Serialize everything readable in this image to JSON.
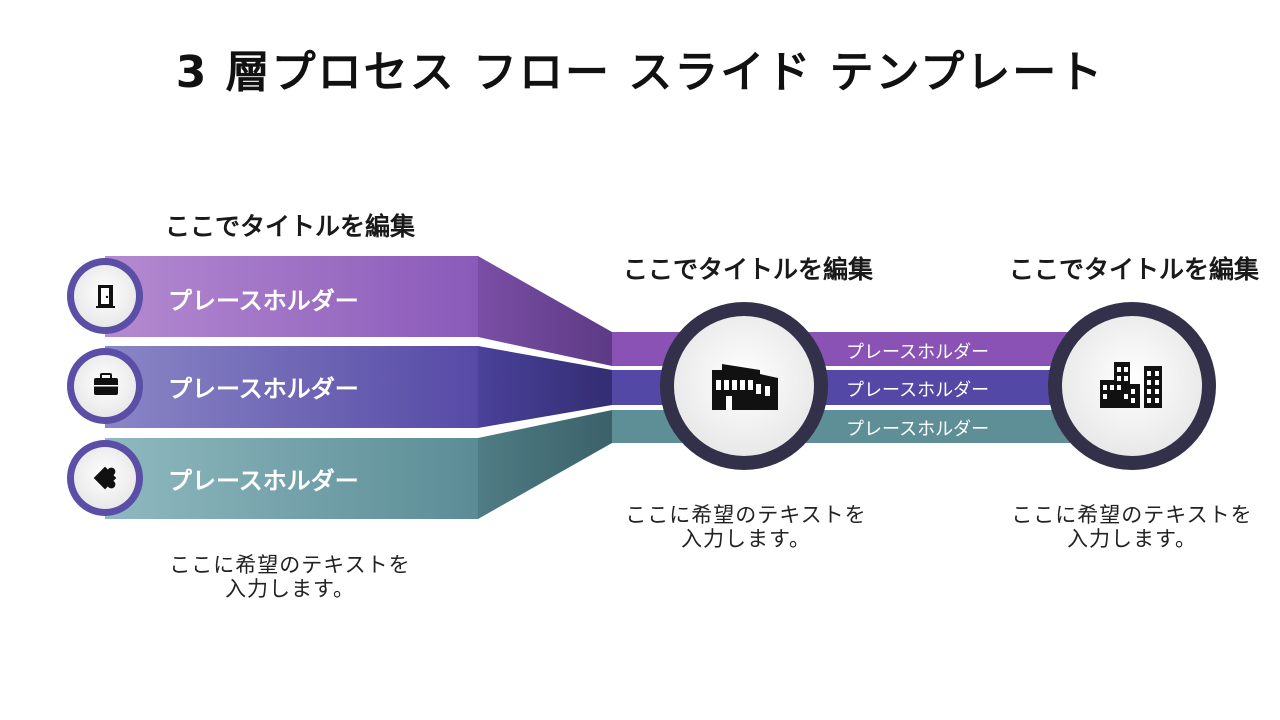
{
  "slide": {
    "title": "3 層プロセス フロー スライド テンプレート"
  },
  "left": {
    "title": "ここでタイトルを編集",
    "bands": [
      {
        "label": "プレースホルダー",
        "icon": "door-icon",
        "color": "#8f5fb8"
      },
      {
        "label": "プレースホルダー",
        "icon": "briefcase-icon",
        "color": "#5b52ab"
      },
      {
        "label": "プレースホルダー",
        "icon": "puzzle-icon",
        "color": "#5f939c"
      }
    ],
    "text_line1": "ここに希望のテキストを",
    "text_line2": "入力します。"
  },
  "middle": {
    "title": "ここでタイトルを編集",
    "icon": "factory-icon",
    "text_line1": "ここに希望のテキストを",
    "text_line2": "入力します。"
  },
  "right": {
    "title": "ここでタイトルを編集",
    "icon": "city-buildings-icon",
    "text_line1": "ここに希望のテキストを",
    "text_line2": "入力します。"
  },
  "connectors": [
    {
      "label": "プレースホルダー"
    },
    {
      "label": "プレースホルダー"
    },
    {
      "label": "プレースホルダー"
    }
  ],
  "colors": {
    "purple": "#8a5cb5",
    "indigo": "#5a4fa8",
    "teal": "#5e8f97",
    "ring": "#33304a"
  }
}
